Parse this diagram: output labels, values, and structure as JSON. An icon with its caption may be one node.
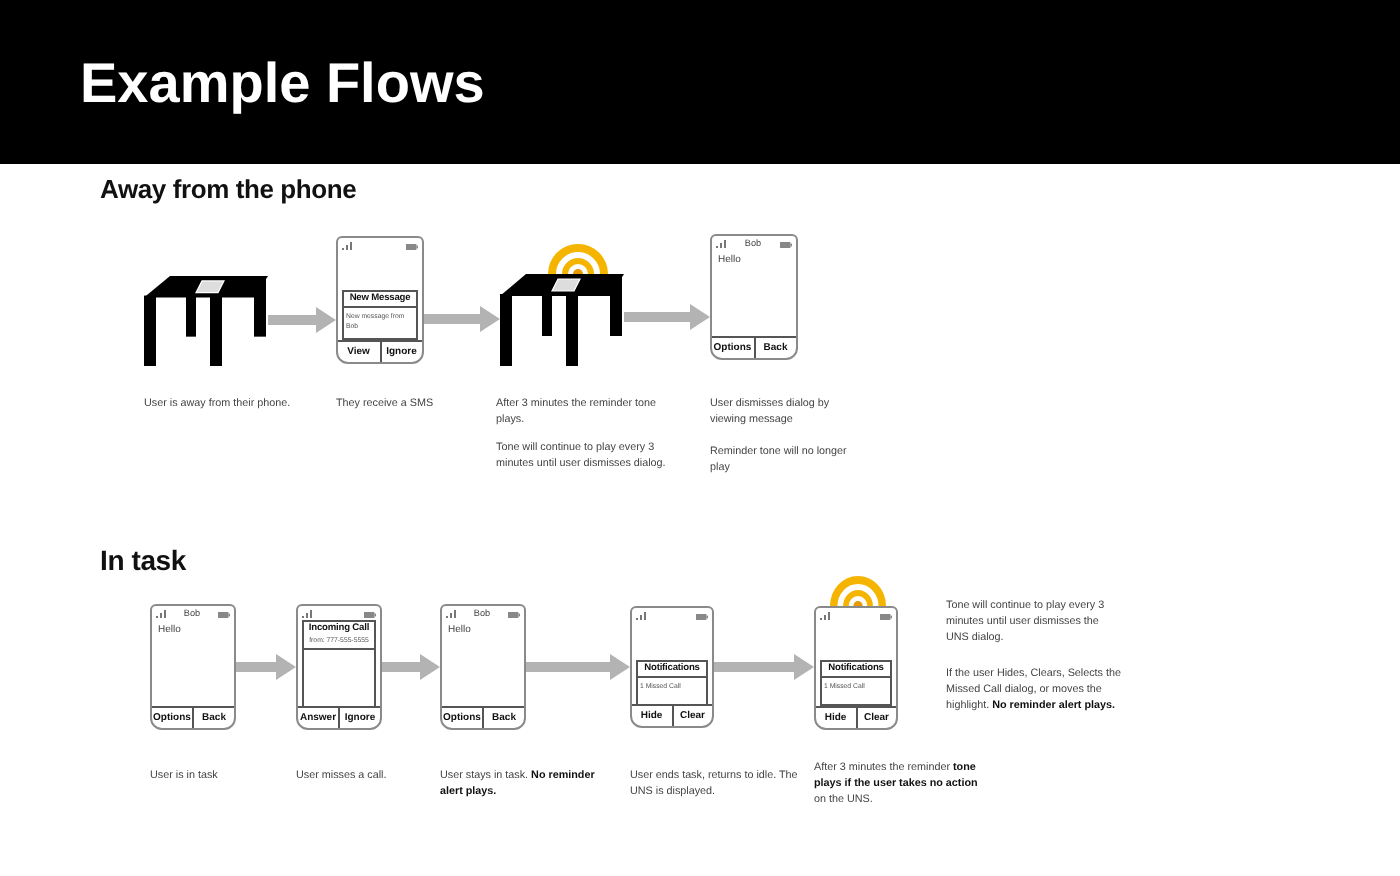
{
  "diagram": {
    "title": "Example Flows",
    "nodes": [
      {
        "text": [],
        "shape": "picture",
        "beside": [
          "User is away from their phone."
        ]
      },
      {
        "text": [
          "View",
          "Ignore"
        ],
        "beside": [
          "They receive a SMS"
        ]
      },
      {
        "text": [
          "New Message",
          "New message from Bob"
        ],
        "in": 1
      },
      {
        "text": [],
        "shape": "picture",
        "beside": [
          "After 3 minutes the reminder tone plays.",
          "Tone will continue to play every 3 minutes until user dismisses dialog."
        ]
      },
      {
        "text": [
          "Bob",
          "Hello",
          "Options",
          "Back"
        ],
        "beside": [
          "User dismisses dialog by viewing message",
          "Reminder tone will no longer play"
        ]
      },
      {
        "text": [
          "Bob",
          "Hello",
          "Options",
          "Back"
        ],
        "beside": [
          "User is in task"
        ]
      },
      {
        "text": [
          "Answer",
          "Ignore"
        ],
        "beside": [
          "User misses a call."
        ]
      },
      {
        "text": [
          "Incoming Call",
          "from: 777-555-5555"
        ],
        "in": 6
      },
      {
        "text": [
          "Bob",
          "Hello",
          "Options",
          "Back"
        ],
        "beside": [
          "User stays in task. **No reminder alert plays.**"
        ]
      },
      {
        "text": [
          "Hide",
          "Clear"
        ],
        "beside": [
          "User ends task, returns to idle. The UNS is displayed."
        ]
      },
      {
        "text": [
          "Notifications",
          "1 Missed Call"
        ],
        "in": 9
      },
      {
        "text": [
          "Hide",
          "Clear"
        ],
        "beside": [
          "Tone will continue to play every 3 minutes until user dismisses the UNS dialog.",
          "If the user Hides, Clears, Selects the Missed Call dialog, or moves the highlight. **No reminder alert plays.**",
          "After 3 minutes the reminder **tone plays if the user takes no action** on the UNS."
        ]
      },
      {
        "text": [
          "Notifications",
          "1 Missed Call"
        ],
        "in": 11
      }
    ],
    "edges": [
      {
        "from": 0,
        "to": 1,
        "arrow": "to"
      },
      {
        "from": 1,
        "to": 3,
        "arrow": "to"
      },
      {
        "from": 3,
        "to": 4,
        "arrow": "to"
      },
      {
        "from": 5,
        "to": 6,
        "arrow": "to"
      },
      {
        "from": 6,
        "to": 8,
        "arrow": "to"
      },
      {
        "from": 8,
        "to": 9,
        "arrow": "to"
      },
      {
        "from": 9,
        "to": 11,
        "arrow": "to"
      }
    ],
    "labels": [
      "Away from the phone",
      "In task"
    ]
  }
}
